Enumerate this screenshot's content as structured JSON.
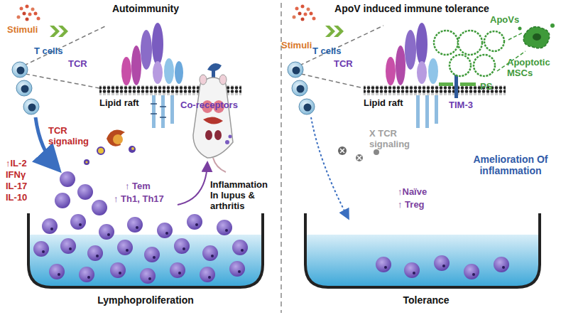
{
  "diagram": {
    "labels": [
      "Autoimmunity",
      "Stimuli",
      "T cells",
      "TCR",
      "Lipid raft",
      "Co-receptors",
      "TCR signaling",
      "↑IL-2",
      "IFNγ",
      "IL-17",
      "IL-10",
      "↑ Tem",
      "↑ Th1, Th17",
      "Inflammation In lupus & arthritis",
      "Lymphoproliferation",
      "ApoV induced immune tolerance",
      "Stimuli",
      "T cells",
      "TCR",
      "Lipid raft",
      "ApoVs",
      "Apoptotic MSCs",
      "PS",
      "TIM-3",
      "X TCR signaling",
      "↑Naïve",
      "↑ Treg",
      "Amelioration Of inflammation",
      "Tolerance"
    ]
  }
}
